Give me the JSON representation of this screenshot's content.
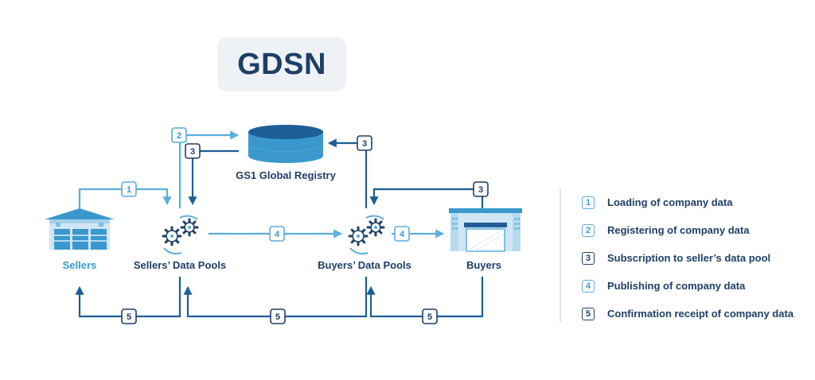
{
  "title": "GDSN",
  "nodes": {
    "sellers": "Sellers",
    "sellers_pools": "Sellers’ Data Pools",
    "registry": "GS1 Global Registry",
    "buyers_pools": "Buyers’ Data Pools",
    "buyers": "Buyers"
  },
  "badges": {
    "loading": "1",
    "registering": "2",
    "subscription": "3",
    "publishing": "4",
    "confirmation": "5"
  },
  "legend": [
    {
      "num": "1",
      "text": "Loading of company data",
      "style": "light"
    },
    {
      "num": "2",
      "text": "Registering of company data",
      "style": "light"
    },
    {
      "num": "3",
      "text": "Subscription to seller’s data pool",
      "style": "dark"
    },
    {
      "num": "4",
      "text": "Publishing of company data",
      "style": "light"
    },
    {
      "num": "5",
      "text": "Confirmation receipt of company data",
      "style": "dark"
    }
  ],
  "colors": {
    "light": "#5aaedd",
    "dark": "#1e5e96",
    "navy": "#1e3f66",
    "title_bg": "#eef2f7"
  },
  "icons": {
    "sellers": "warehouse-icon",
    "pools": "gears-icon",
    "registry": "database-icon",
    "buyers": "storefront-icon"
  }
}
